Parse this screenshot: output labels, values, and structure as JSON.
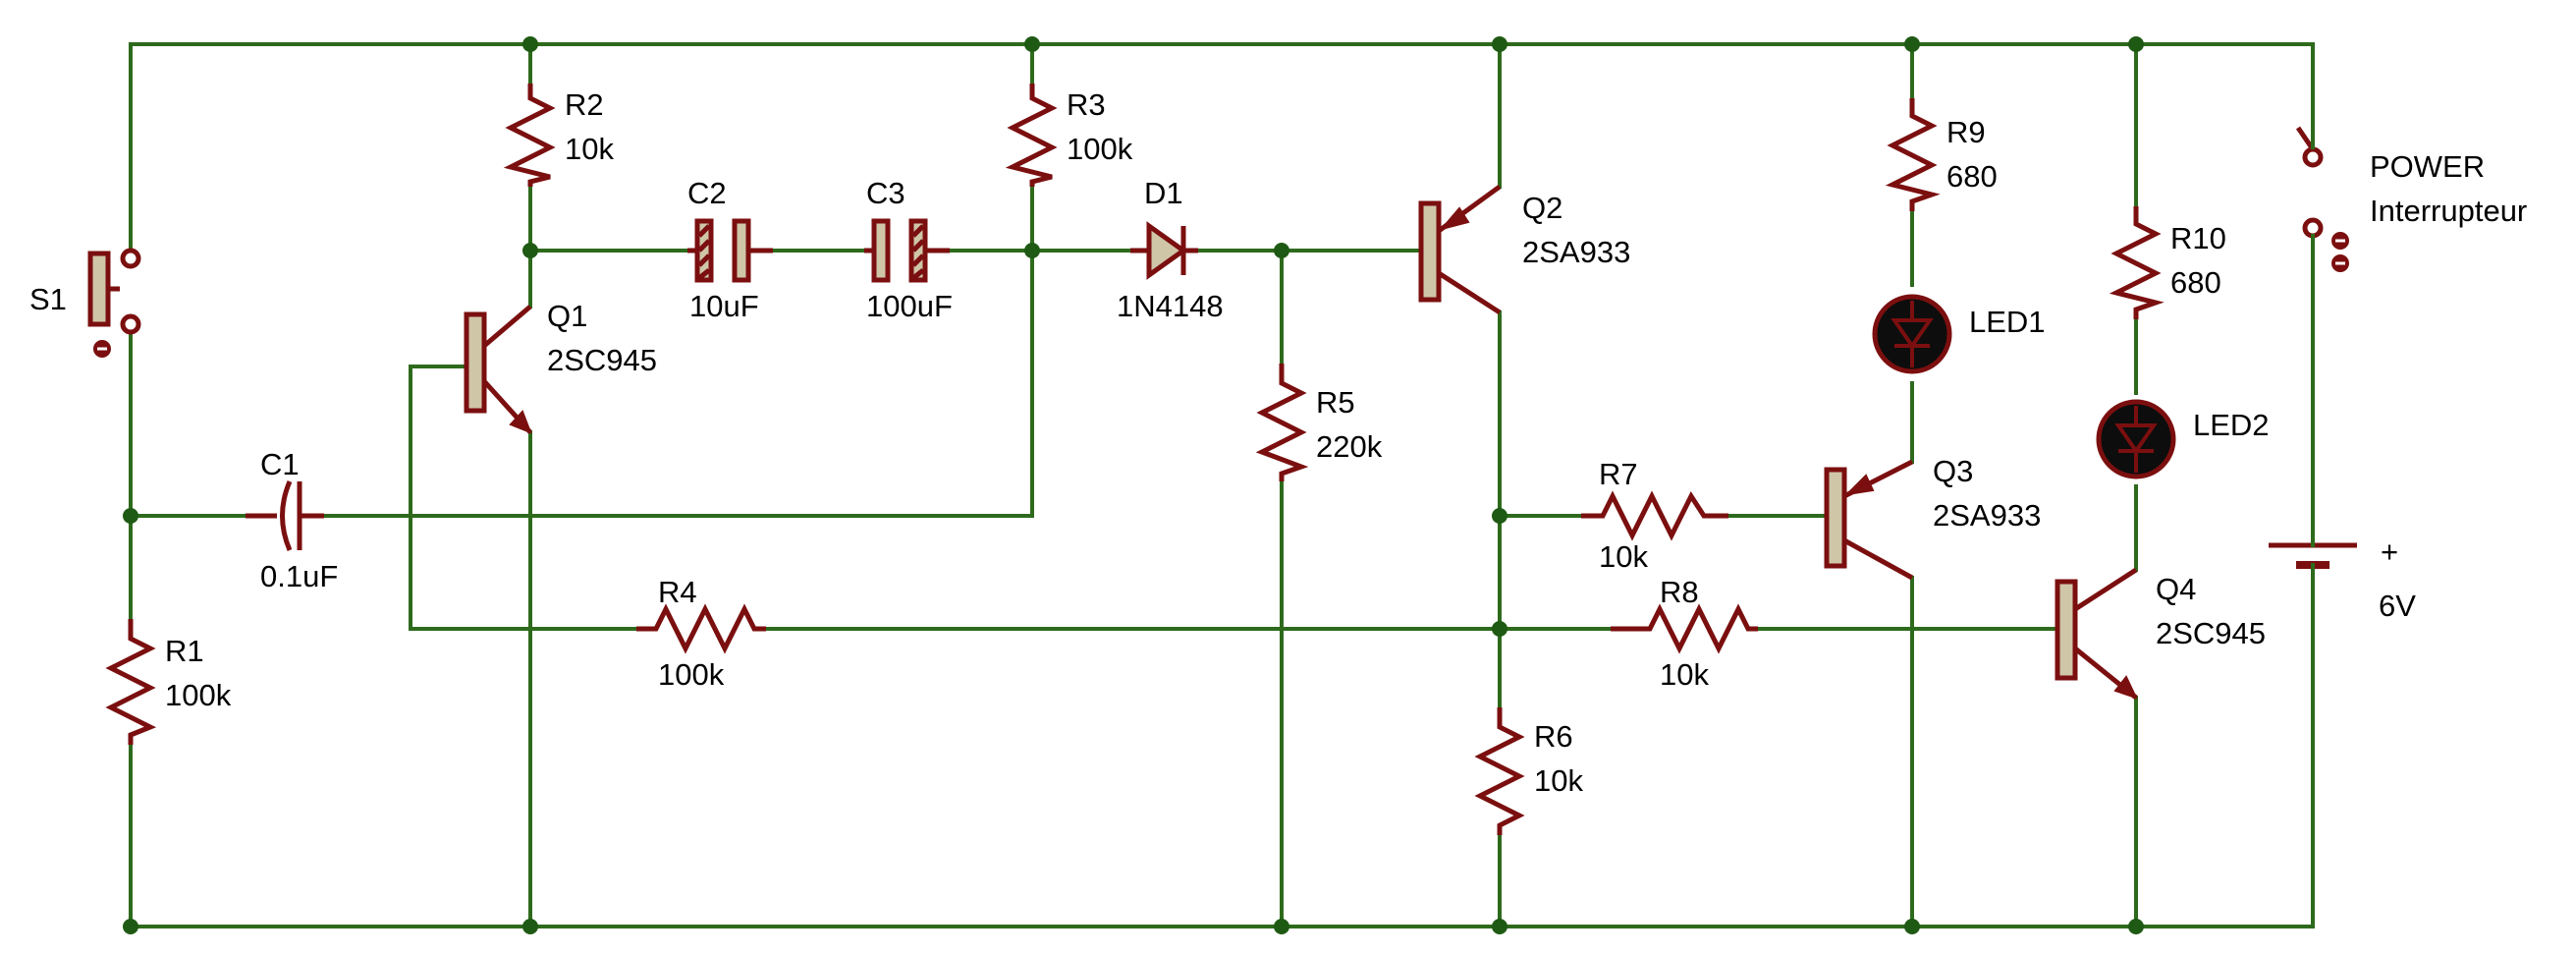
{
  "colors": {
    "wire": "#2e6a1c",
    "component": "#7b0f0f",
    "junction": "#1f5a14",
    "transistor_body": "#cfc6a8",
    "led_body": "#0d0d0d",
    "background": "#ffffff",
    "label_text": "#000000"
  },
  "components": {
    "s1": {
      "name": "S1"
    },
    "r1": {
      "name": "R1",
      "value": "100k"
    },
    "r2": {
      "name": "R2",
      "value": "10k"
    },
    "r3": {
      "name": "R3",
      "value": "100k"
    },
    "r4": {
      "name": "R4",
      "value": "100k"
    },
    "r5": {
      "name": "R5",
      "value": "220k"
    },
    "r6": {
      "name": "R6",
      "value": "10k"
    },
    "r7": {
      "name": "R7",
      "value": "10k"
    },
    "r8": {
      "name": "R8",
      "value": "10k"
    },
    "r9": {
      "name": "R9",
      "value": "680"
    },
    "r10": {
      "name": "R10",
      "value": "680"
    },
    "c1": {
      "name": "C1",
      "value": "0.1uF"
    },
    "c2": {
      "name": "C2",
      "value": "10uF"
    },
    "c3": {
      "name": "C3",
      "value": "100uF"
    },
    "d1": {
      "name": "D1",
      "value": "1N4148"
    },
    "q1": {
      "name": "Q1",
      "value": "2SC945"
    },
    "q2": {
      "name": "Q2",
      "value": "2SA933"
    },
    "q3": {
      "name": "Q3",
      "value": "2SA933"
    },
    "q4": {
      "name": "Q4",
      "value": "2SC945"
    },
    "led1": {
      "name": "LED1"
    },
    "led2": {
      "name": "LED2"
    },
    "power": {
      "name": "POWER",
      "value": "Interrupteur"
    },
    "battery": {
      "polarity": "+",
      "value": "6V"
    }
  }
}
